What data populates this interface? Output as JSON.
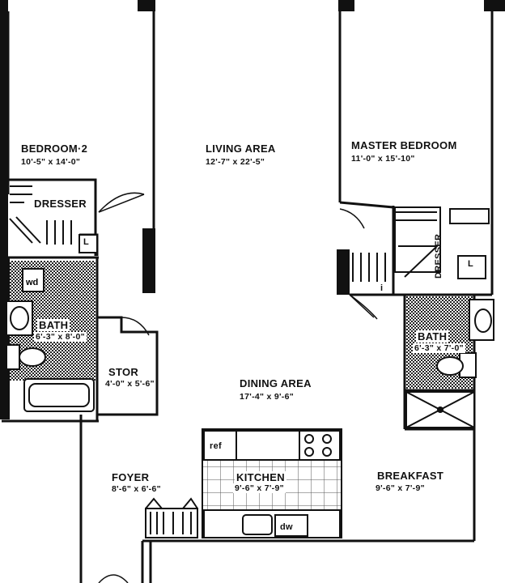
{
  "rooms": {
    "bedroom2": {
      "name": "BEDROOM·2",
      "dims": "10'-5\" x 14'-0\""
    },
    "living": {
      "name": "LIVING AREA",
      "dims": "12'-7\" x 22'-5\""
    },
    "master": {
      "name": "MASTER BEDROOM",
      "dims": "11'-0\" x 15'-10\""
    },
    "bath1": {
      "name": "BATH",
      "dims": "6'-3\" x 8'-0\""
    },
    "bath2": {
      "name": "BATH",
      "dims": "6'-3\" x 7'-0\""
    },
    "stor": {
      "name": "STOR",
      "dims": "4'-0\" x 5'-6\""
    },
    "dining": {
      "name": "DINING AREA",
      "dims": "17'-4\" x 9'-6\""
    },
    "foyer": {
      "name": "FOYER",
      "dims": "8'-6\" x 6'-6\""
    },
    "kitchen": {
      "name": "KITCHEN",
      "dims": "9'-6\" x 7'-9\""
    },
    "breakfast": {
      "name": "BREAKFAST",
      "dims": "9'-6\" x 7'-9\""
    }
  },
  "fixtures": {
    "dresser_left": "DRESSER",
    "dresser_right": "DRESSER",
    "linen_left": "L",
    "linen_right": "L",
    "washer_dryer": "wd",
    "refrigerator": "ref",
    "dishwasher": "dw",
    "closet_mark": "i"
  }
}
